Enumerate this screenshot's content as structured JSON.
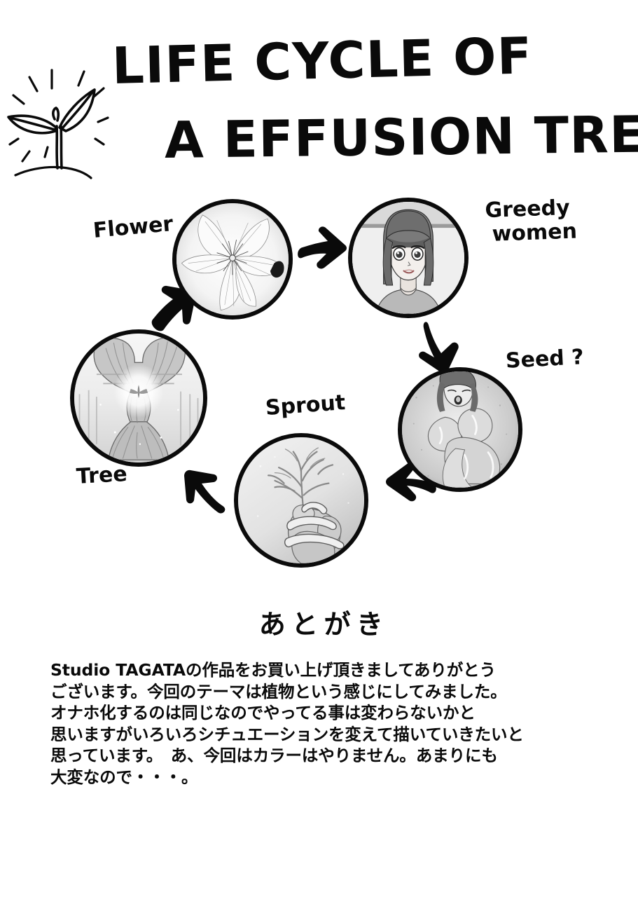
{
  "page": {
    "background_color": "#ffffff",
    "ink_color": "#0a0a0a"
  },
  "title": {
    "line1": "LIFE CYCLE OF",
    "line2": "A EFFUSION TREE",
    "full": "LIFE CYCLE OF A EFFUSION TREE",
    "logo_icon": "sprout-icon"
  },
  "cycle": {
    "nodes": [
      {
        "id": "flower",
        "label": "Flower",
        "art": "flower-illustration"
      },
      {
        "id": "women",
        "label": "Greedy\nwomen",
        "label_line1": "Greedy",
        "label_line2": "women",
        "art": "woman-portrait-illustration"
      },
      {
        "id": "seed",
        "label": "Seed ?",
        "art": "seed-body-illustration"
      },
      {
        "id": "sprout",
        "label": "Sprout",
        "art": "sprout-illustration"
      },
      {
        "id": "tree",
        "label": "Tree",
        "art": "tree-illustration"
      }
    ],
    "arrows": [
      {
        "id": "flower-to-women",
        "direction": "right"
      },
      {
        "id": "women-to-seed",
        "direction": "down"
      },
      {
        "id": "seed-to-sprout",
        "direction": "left"
      },
      {
        "id": "sprout-to-tree",
        "direction": "up-left"
      },
      {
        "id": "tree-to-flower",
        "direction": "up-right"
      }
    ]
  },
  "afterword": {
    "heading": "あとがき",
    "lines": [
      "Studio TAGATAの作品をお買い上げ頂きましてありがとう",
      "ございます。今回のテーマは植物という感じにしてみました。",
      "オナホ化するのは同じなのでやってる事は変わらないかと",
      "思いますがいろいろシチュエーションを変えて描いていきたいと",
      "思っています。 あ、今回はカラーはやりません。あまりにも",
      "大変なので・・・。"
    ],
    "line1": "Studio TAGATAの作品をお買い上げ頂きましてありがとう",
    "line2": "ございます。今回のテーマは植物という感じにしてみました。",
    "line3": "オナホ化するのは同じなのでやってる事は変わらないかと",
    "line4": "思いますがいろいろシチュエーションを変えて描いていきたいと",
    "line5": "思っています。　あ、今回はカラーはやりません。あまりにも",
    "line6": "大変なので・・・。"
  }
}
